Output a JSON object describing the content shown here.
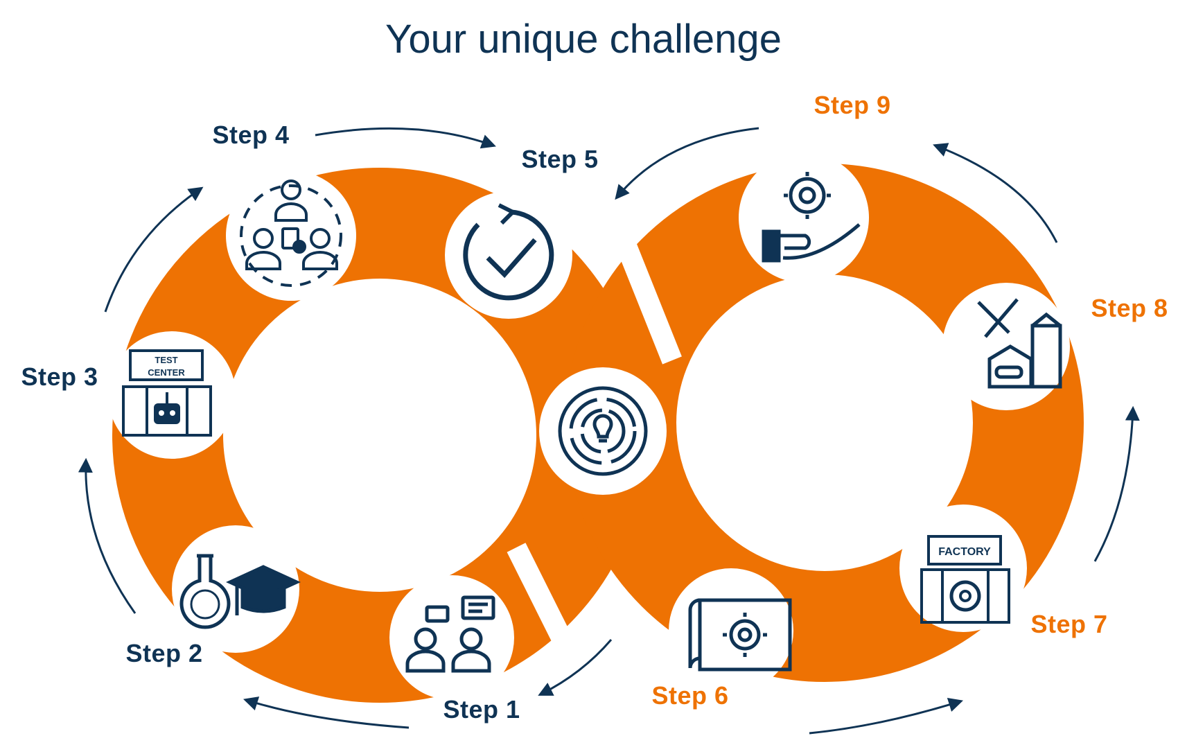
{
  "title": "Your unique challenge",
  "colors": {
    "navy": "#0f3354",
    "orange": "#ee7203",
    "white": "#ffffff"
  },
  "center_node": {
    "icon": "lightbulb-maze-icon"
  },
  "steps": [
    {
      "label": "Step 1",
      "icon": "discussion-people-icon",
      "color": "navy"
    },
    {
      "label": "Step 2",
      "icon": "flask-graduation-icon",
      "color": "navy"
    },
    {
      "label": "Step 3",
      "icon": "test-center-robot-icon",
      "icon_text": [
        "TEST",
        "CENTER"
      ],
      "color": "navy"
    },
    {
      "label": "Step 4",
      "icon": "team-clipboard-icon",
      "color": "navy"
    },
    {
      "label": "Step 5",
      "icon": "refresh-check-icon",
      "color": "navy"
    },
    {
      "label": "Step 6",
      "icon": "blueprint-gear-icon",
      "color": "orange"
    },
    {
      "label": "Step 7",
      "icon": "factory-gear-icon",
      "icon_text": "FACTORY",
      "color": "orange"
    },
    {
      "label": "Step 8",
      "icon": "tools-buildings-icon",
      "color": "orange"
    },
    {
      "label": "Step 9",
      "icon": "hand-gear-icon",
      "color": "orange"
    }
  ]
}
